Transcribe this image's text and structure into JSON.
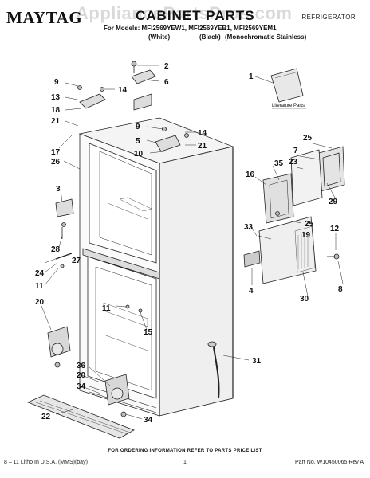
{
  "header": {
    "brand": "MAYTAG",
    "title": "CABINET PARTS",
    "appliance": "REFRIGERATOR",
    "models_line": "For Models: MFI2569YEW1, MFI2569YEB1, MFI2569YEM1",
    "variant_white": "(White)",
    "variant_black": "(Black)",
    "variant_stainless": "(Monochromatic Stainless)"
  },
  "watermark": "AppliancePartsPros.com",
  "literature_label": "Literature Parts",
  "callouts": [
    {
      "id": "c1",
      "label": "1"
    },
    {
      "id": "c2",
      "label": "2"
    },
    {
      "id": "c6",
      "label": "6"
    },
    {
      "id": "c9a",
      "label": "9"
    },
    {
      "id": "c14a",
      "label": "14"
    },
    {
      "id": "c13",
      "label": "13"
    },
    {
      "id": "c18",
      "label": "18"
    },
    {
      "id": "c21a",
      "label": "21"
    },
    {
      "id": "c17",
      "label": "17"
    },
    {
      "id": "c26",
      "label": "26"
    },
    {
      "id": "c9b",
      "label": "9"
    },
    {
      "id": "c14b",
      "label": "14"
    },
    {
      "id": "c5",
      "label": "5"
    },
    {
      "id": "c21b",
      "label": "21"
    },
    {
      "id": "c10",
      "label": "10"
    },
    {
      "id": "c25a",
      "label": "25"
    },
    {
      "id": "c7",
      "label": "7"
    },
    {
      "id": "c23",
      "label": "23"
    },
    {
      "id": "c16",
      "label": "16"
    },
    {
      "id": "c35",
      "label": "35"
    },
    {
      "id": "c3",
      "label": "3"
    },
    {
      "id": "c29",
      "label": "29"
    },
    {
      "id": "c25b",
      "label": "25"
    },
    {
      "id": "c33",
      "label": "33"
    },
    {
      "id": "c19",
      "label": "19"
    },
    {
      "id": "c12",
      "label": "12"
    },
    {
      "id": "c28",
      "label": "28"
    },
    {
      "id": "c24",
      "label": "24"
    },
    {
      "id": "c27",
      "label": "27"
    },
    {
      "id": "c11a",
      "label": "11"
    },
    {
      "id": "c4",
      "label": "4"
    },
    {
      "id": "c30",
      "label": "30"
    },
    {
      "id": "c8",
      "label": "8"
    },
    {
      "id": "c20a",
      "label": "20"
    },
    {
      "id": "c11b",
      "label": "11"
    },
    {
      "id": "c15",
      "label": "15"
    },
    {
      "id": "c31",
      "label": "31"
    },
    {
      "id": "c36",
      "label": "36"
    },
    {
      "id": "c20b",
      "label": "20"
    },
    {
      "id": "c34a",
      "label": "34"
    },
    {
      "id": "c22",
      "label": "22"
    },
    {
      "id": "c34b",
      "label": "34"
    }
  ],
  "footer": {
    "order_note": "FOR ORDERING INFORMATION REFER TO PARTS PRICE LIST",
    "print_info": "8 – 11 Litho In U.S.A. (MMS)(bay)",
    "page_number": "1",
    "part_number": "Part No. W10450065 Rev A"
  }
}
